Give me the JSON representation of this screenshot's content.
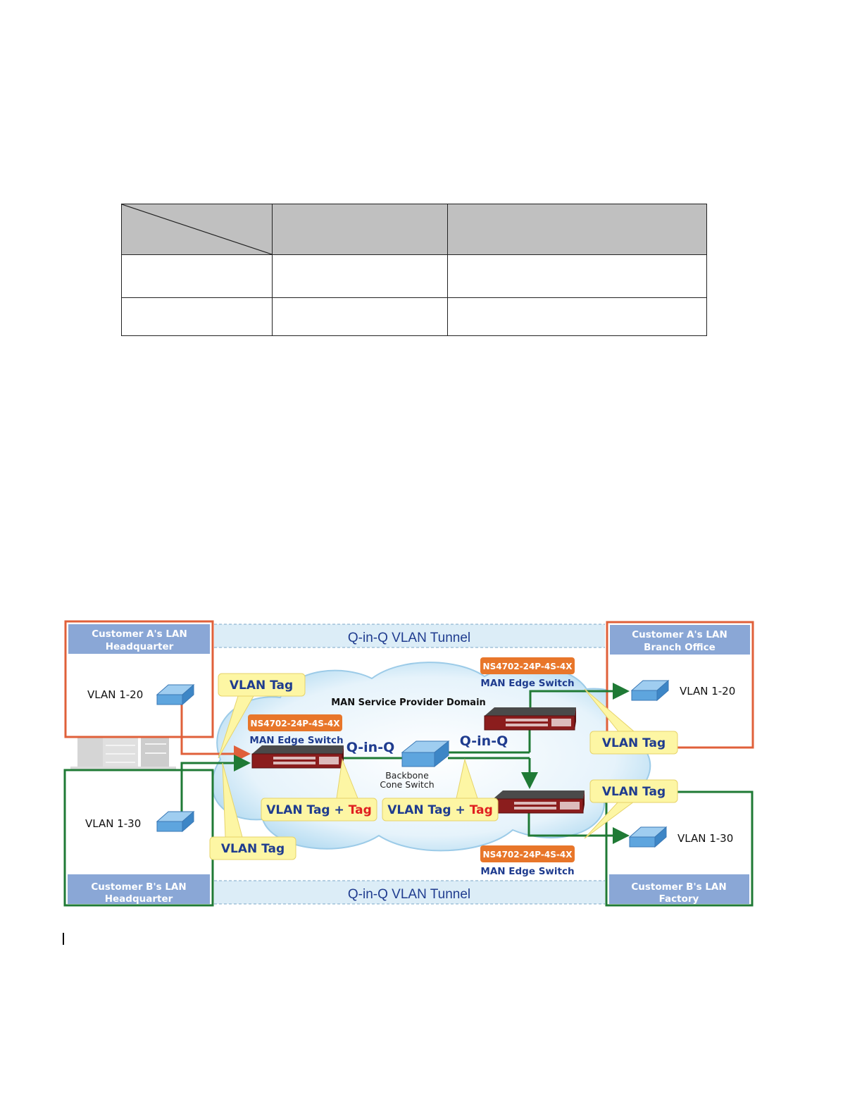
{
  "table": {
    "rows": [
      [
        "",
        "",
        ""
      ],
      [
        "",
        "",
        ""
      ],
      [
        "",
        "",
        ""
      ]
    ]
  },
  "diagram": {
    "tunnel_top": "Q-in-Q VLAN Tunnel",
    "tunnel_bottom": "Q-in-Q VLAN Tunnel",
    "domain_label": "MAN Service Provider Domain",
    "customer_a_hq": {
      "line1": "Customer A's LAN",
      "line2": "Headquarter",
      "vlan": "VLAN 1-20"
    },
    "customer_b_hq": {
      "line1": "Customer B's LAN",
      "line2": "Headquarter",
      "vlan": "VLAN 1-30"
    },
    "customer_a_branch": {
      "line1": "Customer A's LAN",
      "line2": "Branch Office",
      "vlan": "VLAN 1-20"
    },
    "customer_b_factory": {
      "line1": "Customer B's LAN",
      "line2": "Factory",
      "vlan": "VLAN 1-30"
    },
    "edge_left": {
      "model": "NS4702-24P-4S-4X",
      "role": "MAN Edge Switch"
    },
    "edge_top_right": {
      "model": "NS4702-24P-4S-4X",
      "role": "MAN Edge Switch"
    },
    "edge_bottom_right": {
      "model": "NS4702-24P-4S-4X",
      "role": "MAN Edge Switch"
    },
    "backbone": {
      "line1": "Backbone",
      "line2": "Cone Switch"
    },
    "qinq_left": "Q-in-Q",
    "qinq_right": "Q-in-Q",
    "vlan_tag": "VLAN Tag",
    "tag_plus_prefix": "VLAN Tag + ",
    "tag_plus_suffix": "Tag",
    "colors": {
      "customer_a": "#e0603a",
      "customer_b": "#1f7a35",
      "header_blue": "#8aa7d6",
      "tunnel_blue": "#dcedf7",
      "callout_yellow": "#fdf6a4",
      "label_orange": "#e8762a",
      "label_navy": "#1f3c8f",
      "tag_red": "#e02020"
    }
  }
}
